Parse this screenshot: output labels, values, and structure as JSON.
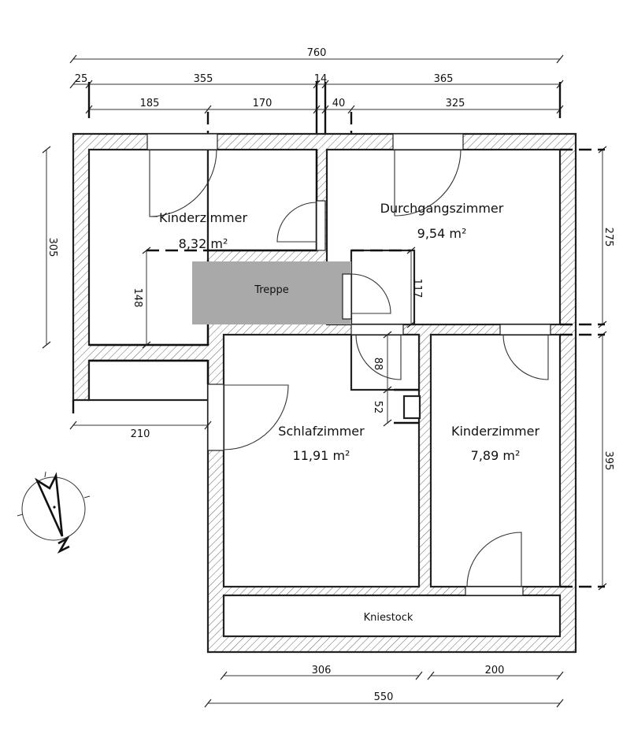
{
  "plan": {
    "rooms": [
      {
        "name": "Kinderzimmer",
        "area": "8,32 m²"
      },
      {
        "name": "Durchgangszimmer",
        "area": "9,54 m²"
      },
      {
        "name": "Schlafzimmer",
        "area": "11,91 m²"
      },
      {
        "name": "Kinderzimmer",
        "area": "7,89 m²"
      }
    ],
    "labels": {
      "stairs": "Treppe",
      "knee_wall": "Kniestock"
    },
    "dimensions": {
      "top_total": "760",
      "top_a": "25",
      "top_b": "355",
      "top_c": "14",
      "top_d": "365",
      "top_e": "185",
      "top_f": "170",
      "top_g": "40",
      "top_h": "325",
      "left_height": "305",
      "kinder_inner": "148",
      "left_bottom": "210",
      "hall_117": "117",
      "hall_88": "88",
      "hall_52": "52",
      "right_upper": "275",
      "right_lower": "395",
      "bottom_a": "306",
      "bottom_b": "200",
      "bottom_total": "550"
    },
    "north_arrow": {
      "label": "N",
      "icon": "north-arrow-icon"
    },
    "colors": {
      "stairs_fill": "#a9a9a9",
      "wall_stroke": "#222222",
      "hatch": "#555555"
    }
  }
}
